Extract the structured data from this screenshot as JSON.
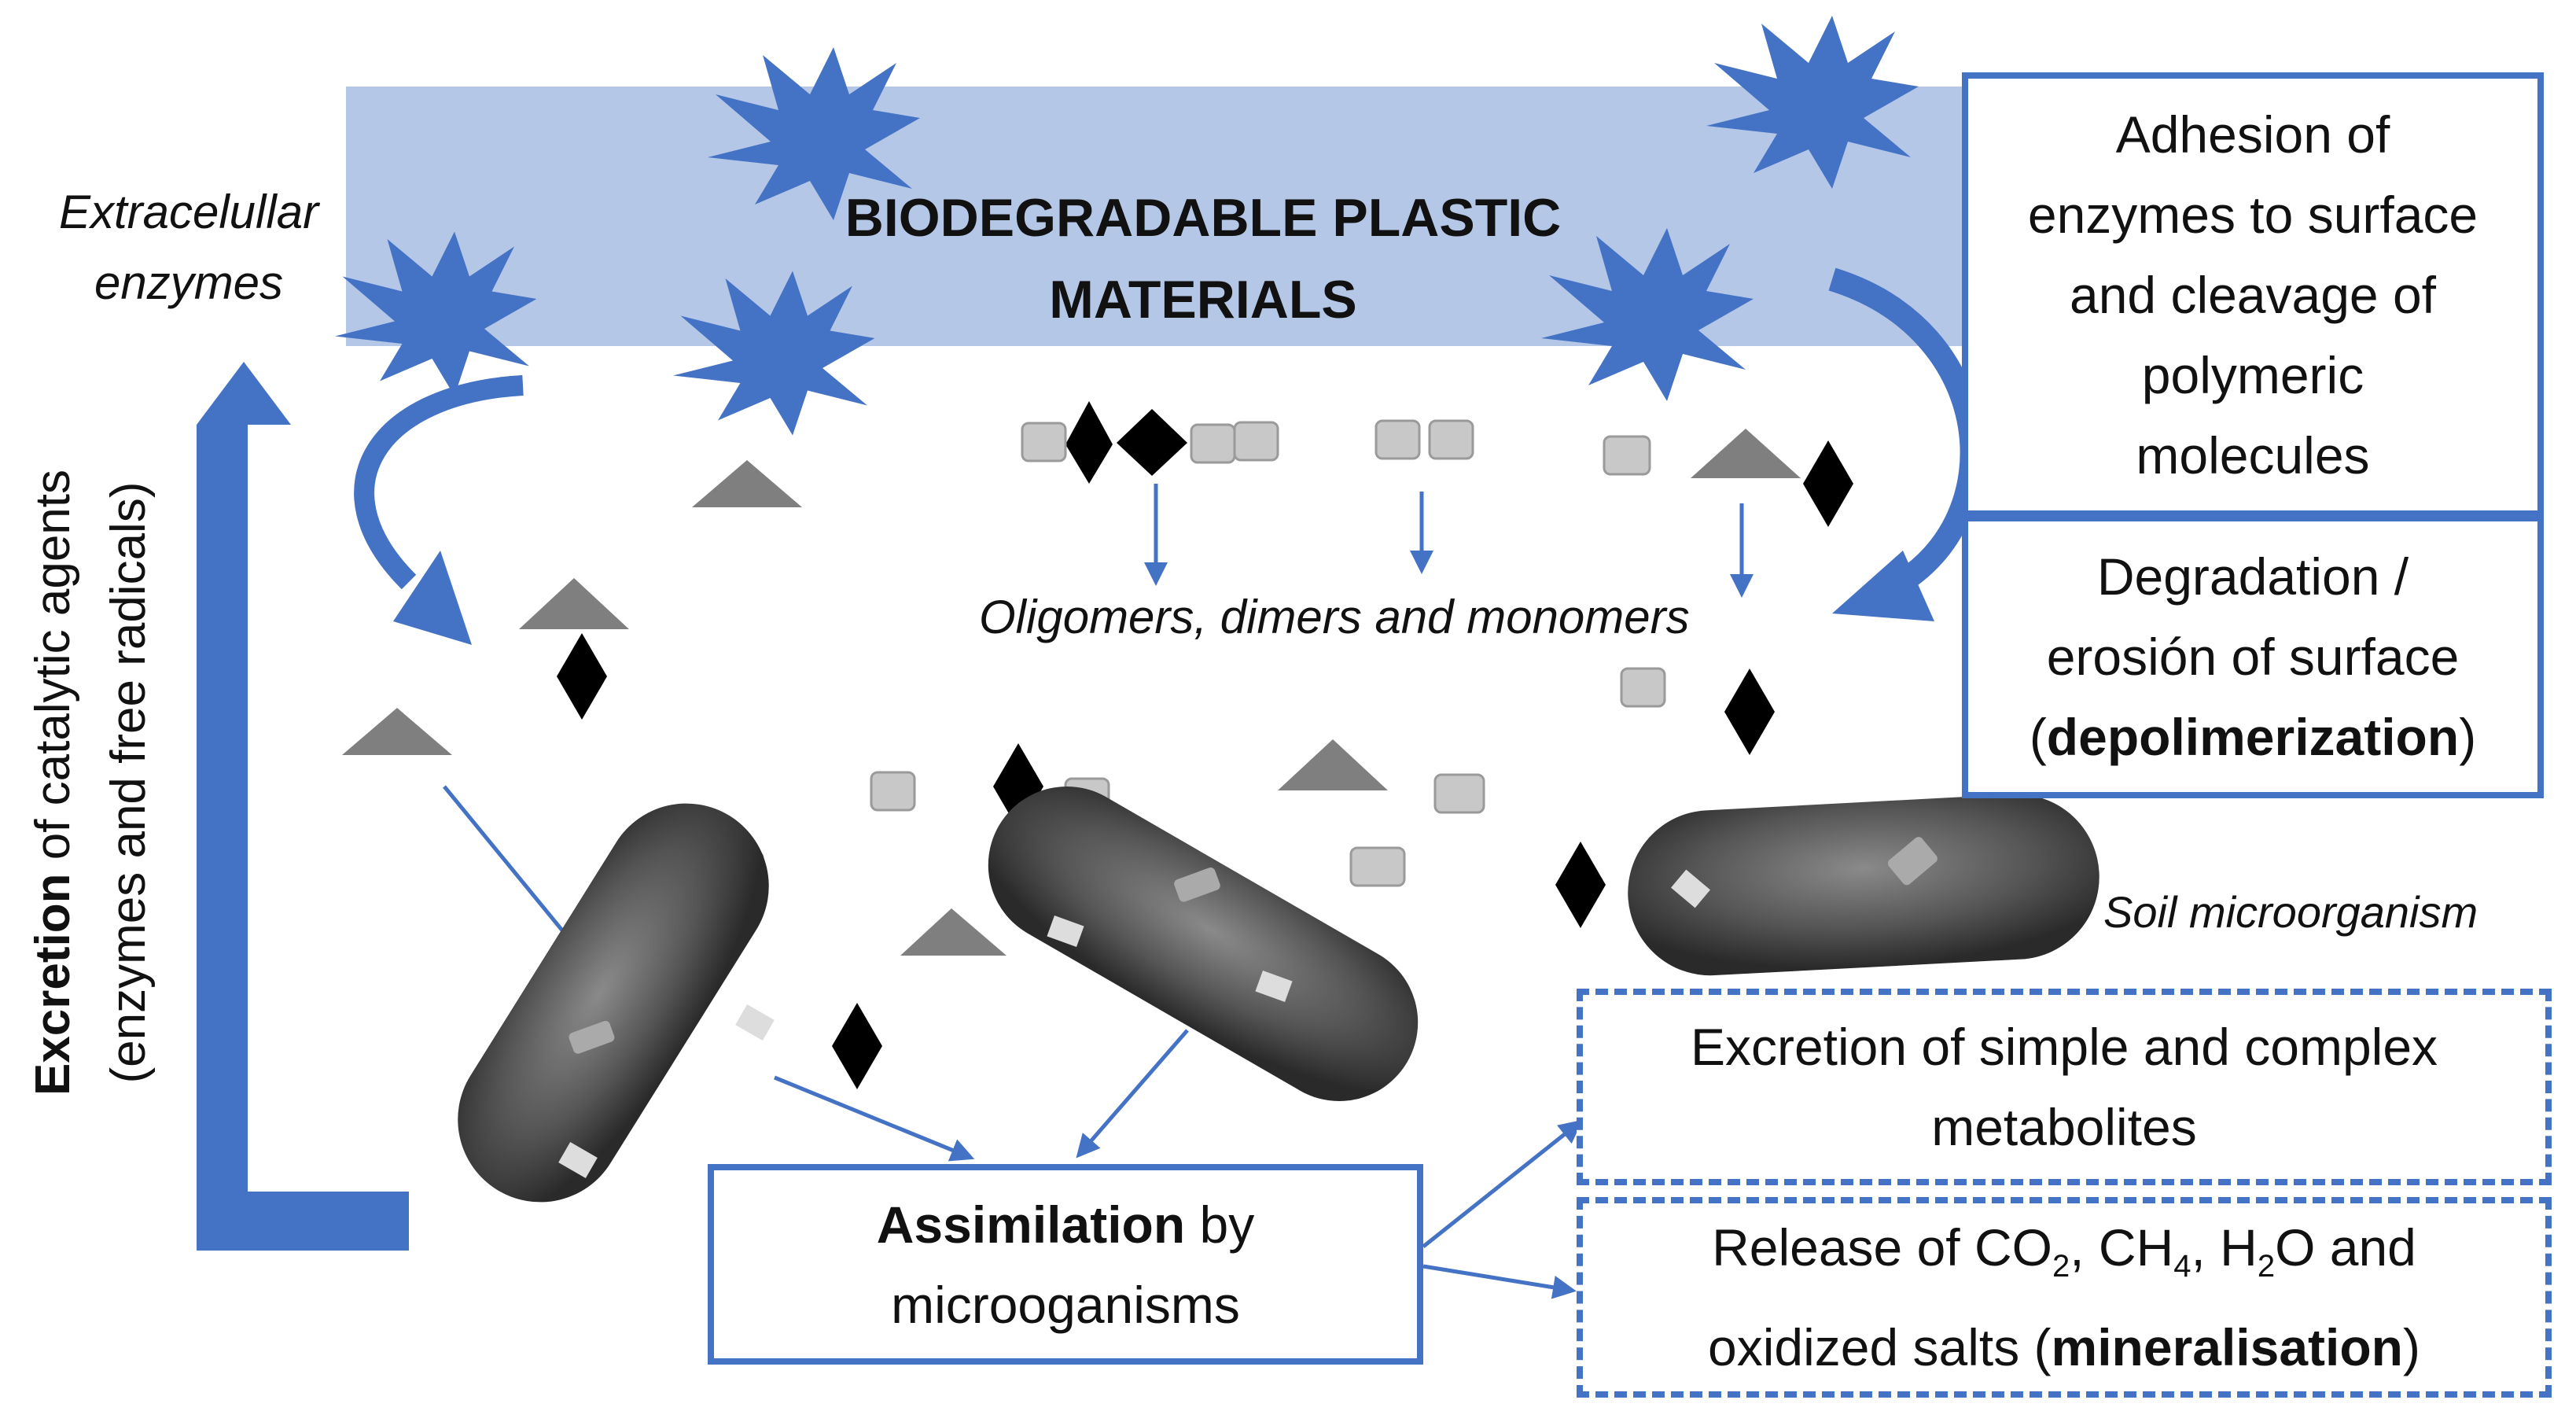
{
  "colors": {
    "band": "#b4c7e7",
    "enzyme": "#4472c4",
    "arrow": "#4472c4",
    "particle_gray": "#c8c8c8",
    "triangle_gray": "#7f7f7f",
    "diamond": "#000000",
    "bacterium": "#5a5a5a"
  },
  "band_title": {
    "line1": "BIODEGRADABLE PLASTIC",
    "line2": "MATERIALS"
  },
  "extracellular_label": {
    "line1": "Extracelullar",
    "line2": "enzymes"
  },
  "vertical_label": {
    "bold_part": "Excretion",
    "rest_part": " of catalytic agents",
    "line2": "(enzymes and free radicals)"
  },
  "adhesion_box": {
    "line1": "Adhesion of",
    "line2": "enzymes to surface",
    "line3": "and cleavage of",
    "line4": "polymeric",
    "line5": "molecules"
  },
  "degradation_box": {
    "line1": "Degradation /",
    "line2": "erosión of surface",
    "line3_open": "(",
    "line3_bold": "depolimerization",
    "line3_close": ")"
  },
  "oligomers_label": "Oligomers, dimers and monomers",
  "soil_label": "Soil microorganism",
  "assimilation_box": {
    "bold_part": "Assimilation",
    "rest_part": " by",
    "line2": "microoganisms"
  },
  "excretion_box": {
    "line1": "Excretion of simple and complex",
    "line2": "metabolites"
  },
  "release_box": {
    "line1_a": "Release of CO",
    "sub1": "2",
    "line1_b": ", CH",
    "sub2": "4",
    "line1_c": ", H",
    "sub3": "2",
    "line1_d": "O and",
    "line2_open": "oxidized salts (",
    "line2_bold": "mineralisation",
    "line2_close": ")"
  }
}
